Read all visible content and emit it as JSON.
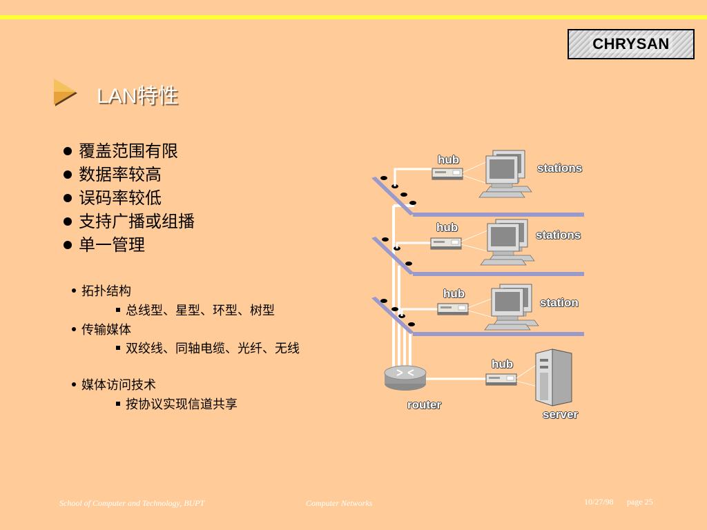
{
  "header": {
    "logo_text": "CHRYSAN",
    "title": "LAN特性"
  },
  "bullets": [
    "覆盖范围有限",
    "数据率较高",
    "误码率较低",
    "支持广播或组播",
    "单一管理"
  ],
  "sub_items": [
    {
      "label": "拓扑结构",
      "detail": "总线型、星型、环型、树型"
    },
    {
      "label": "传输媒体",
      "detail": "双绞线、同轴电缆、光纤、无线"
    },
    {
      "label": "媒体访问技术",
      "detail": "按协议实现信道共享"
    }
  ],
  "diagram": {
    "hub_label": "hub",
    "stations_label": "stations",
    "station_label": "station",
    "router_label": "router",
    "server_label": "server"
  },
  "footer": {
    "school": "School of Computer and Technology, BUPT",
    "course": "Computer  Networks",
    "date": "10/27/98",
    "page": "page 25"
  },
  "colors": {
    "background": "#FFCC99",
    "top_line": "#FFFF33",
    "arrow": "#E8A23A",
    "bus_line": "#9999CC"
  }
}
